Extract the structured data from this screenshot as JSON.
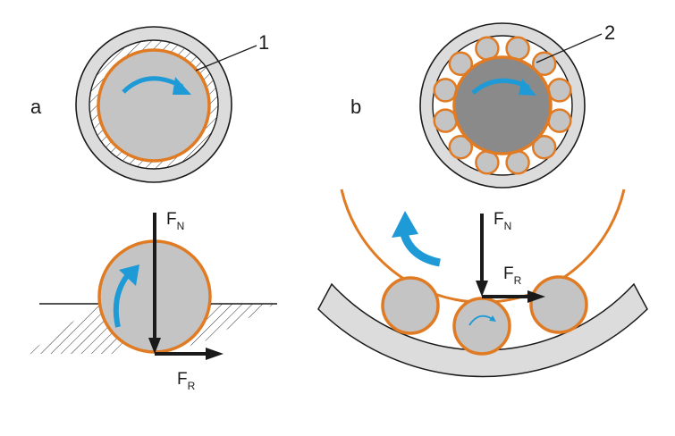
{
  "panels": {
    "a": {
      "panel_label": "a",
      "callout_number": "1",
      "force_normal": {
        "symbol": "F",
        "subscript": "N"
      },
      "force_friction": {
        "symbol": "F",
        "subscript": "R"
      }
    },
    "b": {
      "panel_label": "b",
      "callout_number": "2",
      "force_normal": {
        "symbol": "F",
        "subscript": "N"
      },
      "force_friction": {
        "symbol": "F",
        "subscript": "R"
      }
    }
  },
  "colors": {
    "ring_fill": "#dcdcdc",
    "shaft_fill": "#c4c4c4",
    "inner_dark_fill": "#8a8a8a",
    "roller_fill": "#c4c4c4",
    "contact_outline": "#e07b24",
    "rotation_arrow": "#1e9ad6",
    "force_arrow": "#1a1a1a",
    "line": "#1a1a1a"
  }
}
